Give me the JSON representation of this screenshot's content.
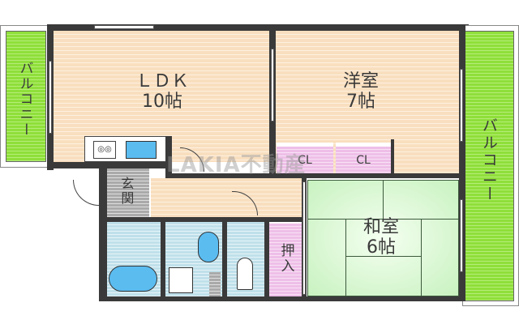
{
  "floorplan": {
    "rooms": {
      "ldk": {
        "name": "ＬＤＫ",
        "size": "10帖"
      },
      "western": {
        "name": "洋室",
        "size": "7帖"
      },
      "japanese": {
        "name": "和室",
        "size": "6帖"
      },
      "entrance": {
        "label": "玄関"
      },
      "closet_1": {
        "label": "CL"
      },
      "closet_2": {
        "label": "CL"
      },
      "oshiire": {
        "label": "押入"
      },
      "balcony_left": {
        "label": "バルコニー"
      },
      "balcony_right": {
        "label": "バルコニー"
      }
    },
    "watermark": "LAKIA不動産",
    "colors": {
      "wood": "#f9dfbf",
      "balcony": "#8fdf3a",
      "closet": "#eebfe8",
      "wet_area": "#bfe0ea",
      "tatami": "#c8f2c0",
      "wall": "#3a3a3a",
      "fixture_blue": "#5bbcf0"
    }
  }
}
